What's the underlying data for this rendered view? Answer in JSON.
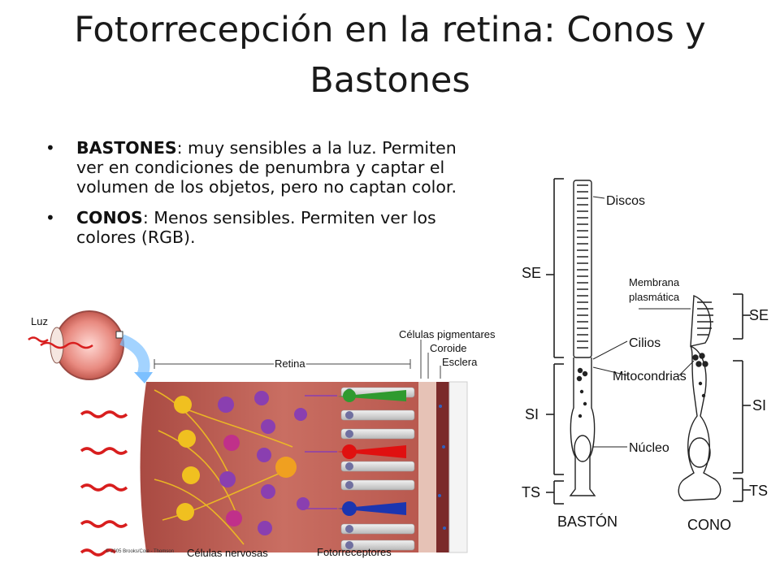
{
  "slide": {
    "title": "Fotorrecepción en la retina: Conos y Bastones",
    "bullets": [
      {
        "term": "BASTONES",
        "text": ": muy sensibles a la luz. Permiten ver en condiciones de penumbra y captar el volumen de los objetos, pero no captan color."
      },
      {
        "term": "CONOS",
        "text": ": Menos sensibles. Permiten ver los colores (RGB)."
      }
    ]
  },
  "retina_figure": {
    "labels": {
      "luz": "Luz",
      "celulas_pigmentares": "Células pigmentares",
      "coroide": "Coroide",
      "esclera": "Esclera",
      "retina": "Retina",
      "celulas_nervosas": "Células nervosas",
      "fotorreceptores": "Fotorreceptores",
      "copyright": "© 2005 Brooks/Cole - Thomson"
    }
  },
  "cell_figure": {
    "labels": {
      "discos": "Discos",
      "membrana_1": "Membrana",
      "membrana_2": "plasmática",
      "cilios": "Cilios",
      "mitocondrias": "Mitocondrias",
      "nucleo": "Núcleo",
      "se_left": "SE",
      "si_left": "SI",
      "ts_left": "TS",
      "se_right": "SE",
      "si_right": "SI",
      "ts_right": "TS",
      "baston": "BASTÓN",
      "cono": "CONO"
    }
  },
  "colors": {
    "tissue": "#c0645c",
    "cone_green": "#2f9a2f",
    "cone_red": "#e01010",
    "cone_blue": "#1b35b0",
    "nerve_yellow": "#f0c020",
    "nerve_purple": "#8a3fb0",
    "ray_red": "#d81e1e"
  }
}
